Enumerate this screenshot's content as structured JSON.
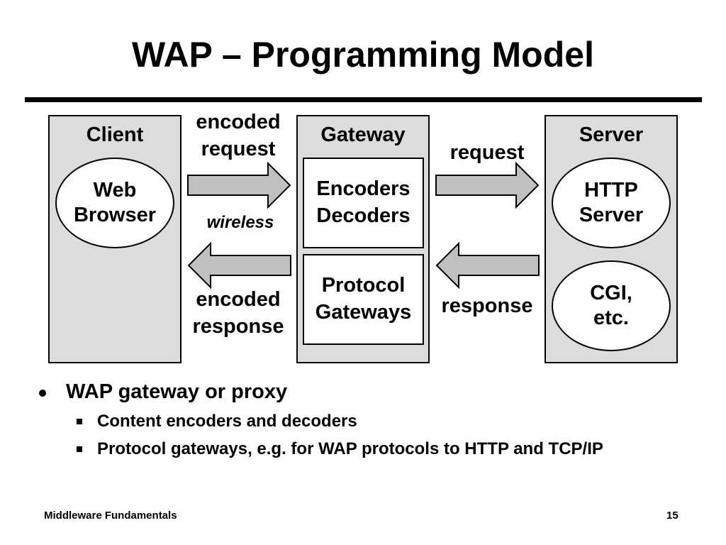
{
  "slide": {
    "title": "WAP – Programming Model",
    "footer_left": "Middleware Fundamentals",
    "page_number": "15"
  },
  "diagram": {
    "client": {
      "title": "Client",
      "component": [
        "Web",
        "Browser"
      ]
    },
    "gateway": {
      "title": "Gateway",
      "box1": [
        "Encoders",
        "Decoders"
      ],
      "box2": [
        "Protocol",
        "Gateways"
      ]
    },
    "server": {
      "title": "Server",
      "component1": [
        "HTTP",
        "Server"
      ],
      "component2": [
        "CGI,",
        "etc."
      ]
    },
    "labels": {
      "encoded_request": [
        "encoded",
        "request"
      ],
      "wireless": "wireless",
      "encoded_response": [
        "encoded",
        "response"
      ],
      "request": "request",
      "response": "response"
    }
  },
  "bullets": {
    "main": "WAP gateway or proxy",
    "sub": [
      "Content encoders and decoders",
      "Protocol gateways, e.g. for WAP protocols to HTTP and TCP/IP"
    ]
  },
  "colors": {
    "panel_fill": "#dcdcdc",
    "arrow_fill": "#c0c0c0"
  }
}
